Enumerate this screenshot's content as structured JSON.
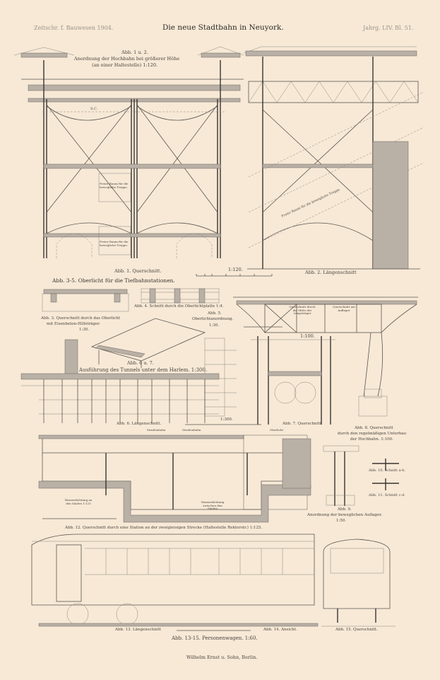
{
  "header": {
    "journal": "Zeitschr. f. Bauwesen 1904.",
    "title": "Die neue Stadtbahn in Neuyork.",
    "volume": "Jahrg. LIV. Bl. 51."
  },
  "figures": {
    "fig1_2_title": "Abb. 1 u. 2.",
    "fig1_2_subtitle": "Anordnung der Hochbahn bei größerer Höhe",
    "fig1_2_subtitle2": "(an einer Haltestelle) 1:120.",
    "fig1_caption": "Abb. 1. Querschnitt.",
    "fig1_scale": "1:120.",
    "fig2_caption": "Abb. 2. Längenschnitt",
    "fig3_5_title": "Abb. 3-5. Oberlicht für die Tiefbahnstationen.",
    "fig3_caption": "Abb. 3. Querschnitt durch das Oberlicht",
    "fig3_caption2": "mit Eisenbeton-Hilfsträger.",
    "fig3_scale": "1:30.",
    "fig4_caption": "Abb. 4. Schnitt durch die Oberlichtplatte 1:4.",
    "fig5_title": "Abb. 5.",
    "fig5_caption": "Oberlichtanordnung.",
    "fig5_scale": "1:30.",
    "fig6_7_title": "Abb. 6 u. 7.",
    "fig6_7_caption": "Ausführung des Tunnels unter dem Harlem. 1:300.",
    "fig6_caption": "Abb. 6. Längenschnitt.",
    "fig6_scale": "1:300.",
    "fig7_caption": "Abb. 7. Querschnitt.",
    "fig8_caption": "Abb. 8. Querschnitt",
    "fig8_caption2": "durch den regelmäßigen Unterbau",
    "fig8_caption3": "der Hochbahn. 1:100.",
    "fig8_scale": "1:100.",
    "fig8_label_a": "Querschnitt durch die Mitte der Längsträger",
    "fig8_label_b": "Querschnitt am Auflager",
    "fig10_caption": "Abb. 10. Schnitt a-b.",
    "fig11_caption": "Abb. 11. Schnitt c-d.",
    "fig9_title": "Abb. 9.",
    "fig9_caption": "Anordnung der beweglichen Auflager.",
    "fig9_scale": "1:50.",
    "fig12_caption": "Abb. 12. Querschnitt durch eine Station an der zweigleisigen Strecke (Haltestelle Rektorstr.) 1:125.",
    "fig12_labels": [
      "Straßenbahn",
      "Straßenbahn",
      "Oberlicht",
      "Wasserdichtung an den Säulen 1:125",
      "Wasserdichtung zwischen den Säulen"
    ],
    "fig1_labels": [
      "S.C.",
      "Freier Raum für die bewegliche Treppe.",
      "Freier Raum für die bewegliche Treppe."
    ],
    "fig2_labels": [
      "Freier Raum für die bewegliche Treppe"
    ],
    "fig13_caption": "Abb. 13. Längenschnitt",
    "fig14_caption": "Abb. 14. Ansicht.",
    "fig15_caption": "Abb. 15. Querschnitt.",
    "fig13_15_title": "Abb. 13-15. Personenwagen. 1:60."
  },
  "footer": {
    "publisher": "Wilhelm Ernst u. Sohn, Berlin."
  }
}
